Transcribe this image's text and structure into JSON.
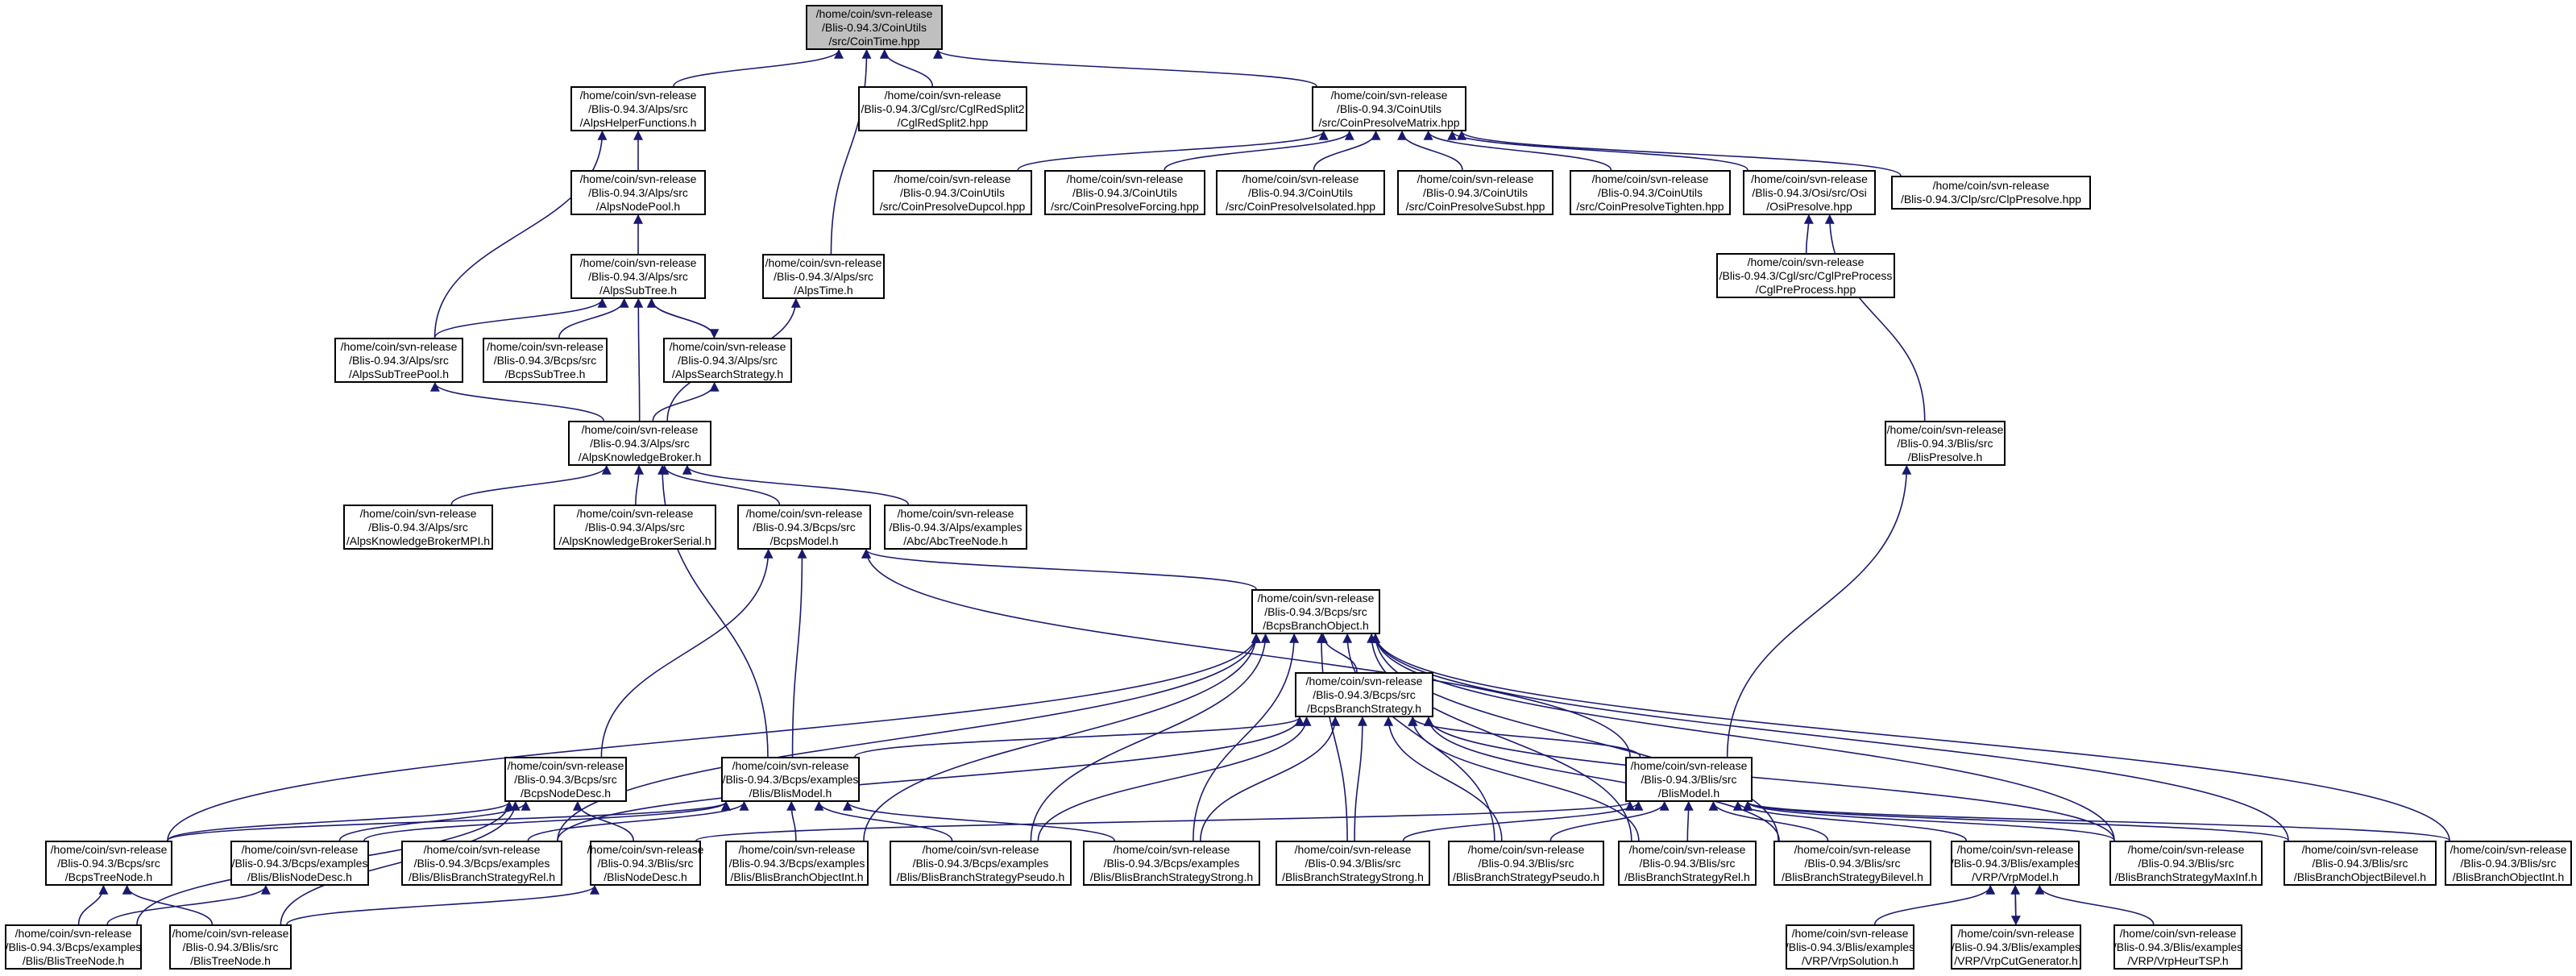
{
  "graph": {
    "colors": {
      "edge": "#191970",
      "node_border": "#000000",
      "root_fill": "#bfbfbf",
      "node_fill": "#ffffff"
    },
    "nodes": [
      {
        "id": "n0",
        "lines": [
          "/home/coin/svn-release",
          "/Blis-0.94.3/CoinUtils",
          "/src/CoinTime.hpp"
        ],
        "root": true
      },
      {
        "id": "n1",
        "lines": [
          "/home/coin/svn-release",
          "/Blis-0.94.3/Alps/src",
          "/AlpsHelperFunctions.h"
        ]
      },
      {
        "id": "n2",
        "lines": [
          "/home/coin/svn-release",
          "/Blis-0.94.3/Cgl/src/CglRedSplit2",
          "/CglRedSplit2.hpp"
        ]
      },
      {
        "id": "n3",
        "lines": [
          "/home/coin/svn-release",
          "/Blis-0.94.3/CoinUtils",
          "/src/CoinPresolveMatrix.hpp"
        ]
      },
      {
        "id": "n4",
        "lines": [
          "/home/coin/svn-release",
          "/Blis-0.94.3/Alps/src",
          "/AlpsNodePool.h"
        ]
      },
      {
        "id": "n5",
        "lines": [
          "/home/coin/svn-release",
          "/Blis-0.94.3/Alps/src",
          "/AlpsSubTree.h"
        ]
      },
      {
        "id": "n6",
        "lines": [
          "/home/coin/svn-release",
          "/Blis-0.94.3/Alps/src",
          "/AlpsTime.h"
        ]
      },
      {
        "id": "n7",
        "lines": [
          "/home/coin/svn-release",
          "/Blis-0.94.3/CoinUtils",
          "/src/CoinPresolveDupcol.hpp"
        ]
      },
      {
        "id": "n8",
        "lines": [
          "/home/coin/svn-release",
          "/Blis-0.94.3/CoinUtils",
          "/src/CoinPresolveForcing.hpp"
        ]
      },
      {
        "id": "n9",
        "lines": [
          "/home/coin/svn-release",
          "/Blis-0.94.3/CoinUtils",
          "/src/CoinPresolveIsolated.hpp"
        ]
      },
      {
        "id": "n10",
        "lines": [
          "/home/coin/svn-release",
          "/Blis-0.94.3/CoinUtils",
          "/src/CoinPresolveSubst.hpp"
        ]
      },
      {
        "id": "n11",
        "lines": [
          "/home/coin/svn-release",
          "/Blis-0.94.3/CoinUtils",
          "/src/CoinPresolveTighten.hpp"
        ]
      },
      {
        "id": "n12",
        "lines": [
          "/home/coin/svn-release",
          "/Blis-0.94.3/Osi/src/Osi",
          "/OsiPresolve.hpp"
        ]
      },
      {
        "id": "n13",
        "lines": [
          "/home/coin/svn-release",
          "/Blis-0.94.3/Clp/src/ClpPresolve.hpp"
        ]
      },
      {
        "id": "n14",
        "lines": [
          "/home/coin/svn-release",
          "/Blis-0.94.3/Alps/src",
          "/AlpsSubTreePool.h"
        ]
      },
      {
        "id": "n15",
        "lines": [
          "/home/coin/svn-release",
          "/Blis-0.94.3/Bcps/src",
          "/BcpsSubTree.h"
        ]
      },
      {
        "id": "n16",
        "lines": [
          "/home/coin/svn-release",
          "/Blis-0.94.3/Alps/src",
          "/AlpsSearchStrategy.h"
        ]
      },
      {
        "id": "n17",
        "lines": [
          "/home/coin/svn-release",
          "/Blis-0.94.3/Cgl/src/CglPreProcess",
          "/CglPreProcess.hpp"
        ]
      },
      {
        "id": "n18",
        "lines": [
          "/home/coin/svn-release",
          "/Blis-0.94.3/Alps/src",
          "/AlpsKnowledgeBroker.h"
        ]
      },
      {
        "id": "n19",
        "lines": [
          "/home/coin/svn-release",
          "/Blis-0.94.3/Blis/src",
          "/BlisPresolve.h"
        ]
      },
      {
        "id": "n20",
        "lines": [
          "/home/coin/svn-release",
          "/Blis-0.94.3/Alps/src",
          "/AlpsKnowledgeBrokerMPI.h"
        ]
      },
      {
        "id": "n21",
        "lines": [
          "/home/coin/svn-release",
          "/Blis-0.94.3/Alps/src",
          "/AlpsKnowledgeBrokerSerial.h"
        ]
      },
      {
        "id": "n22",
        "lines": [
          "/home/coin/svn-release",
          "/Blis-0.94.3/Bcps/src",
          "/BcpsModel.h"
        ]
      },
      {
        "id": "n23",
        "lines": [
          "/home/coin/svn-release",
          "/Blis-0.94.3/Alps/examples",
          "/Abc/AbcTreeNode.h"
        ]
      },
      {
        "id": "n24",
        "lines": [
          "/home/coin/svn-release",
          "/Blis-0.94.3/Bcps/src",
          "/BcpsBranchObject.h"
        ]
      },
      {
        "id": "n25",
        "lines": [
          "/home/coin/svn-release",
          "/Blis-0.94.3/Bcps/src",
          "/BcpsBranchStrategy.h"
        ]
      },
      {
        "id": "n26",
        "lines": [
          "/home/coin/svn-release",
          "/Blis-0.94.3/Bcps/src",
          "/BcpsNodeDesc.h"
        ]
      },
      {
        "id": "n27",
        "lines": [
          "/home/coin/svn-release",
          "/Blis-0.94.3/Bcps/examples",
          "/Blis/BlisModel.h"
        ]
      },
      {
        "id": "n28",
        "lines": [
          "/home/coin/svn-release",
          "/Blis-0.94.3/Blis/src",
          "/BlisModel.h"
        ]
      },
      {
        "id": "n29",
        "lines": [
          "/home/coin/svn-release",
          "/Blis-0.94.3/Bcps/src",
          "/BcpsTreeNode.h"
        ]
      },
      {
        "id": "n30",
        "lines": [
          "/home/coin/svn-release",
          "/Blis-0.94.3/Bcps/examples",
          "/Blis/BlisNodeDesc.h"
        ]
      },
      {
        "id": "n31",
        "lines": [
          "/home/coin/svn-release",
          "/Blis-0.94.3/Bcps/examples",
          "/Blis/BlisBranchStrategyRel.h"
        ]
      },
      {
        "id": "n32",
        "lines": [
          "/home/coin/svn-release",
          "/Blis-0.94.3/Blis/src",
          "/BlisNodeDesc.h"
        ]
      },
      {
        "id": "n33",
        "lines": [
          "/home/coin/svn-release",
          "/Blis-0.94.3/Bcps/examples",
          "/Blis/BlisBranchObjectInt.h"
        ]
      },
      {
        "id": "n34",
        "lines": [
          "/home/coin/svn-release",
          "/Blis-0.94.3/Bcps/examples",
          "/Blis/BlisBranchStrategyPseudo.h"
        ]
      },
      {
        "id": "n35",
        "lines": [
          "/home/coin/svn-release",
          "/Blis-0.94.3/Bcps/examples",
          "/Blis/BlisBranchStrategyStrong.h"
        ]
      },
      {
        "id": "n36",
        "lines": [
          "/home/coin/svn-release",
          "/Blis-0.94.3/Blis/src",
          "/BlisBranchStrategyStrong.h"
        ]
      },
      {
        "id": "n37",
        "lines": [
          "/home/coin/svn-release",
          "/Blis-0.94.3/Blis/src",
          "/BlisBranchStrategyPseudo.h"
        ]
      },
      {
        "id": "n38",
        "lines": [
          "/home/coin/svn-release",
          "/Blis-0.94.3/Blis/src",
          "/BlisBranchStrategyRel.h"
        ]
      },
      {
        "id": "n39",
        "lines": [
          "/home/coin/svn-release",
          "/Blis-0.94.3/Blis/src",
          "/BlisBranchStrategyBilevel.h"
        ]
      },
      {
        "id": "n40",
        "lines": [
          "/home/coin/svn-release",
          "/Blis-0.94.3/Blis/examples",
          "/VRP/VrpModel.h"
        ]
      },
      {
        "id": "n41",
        "lines": [
          "/home/coin/svn-release",
          "/Blis-0.94.3/Blis/src",
          "/BlisBranchStrategyMaxInf.h"
        ]
      },
      {
        "id": "n42",
        "lines": [
          "/home/coin/svn-release",
          "/Blis-0.94.3/Blis/src",
          "/BlisBranchObjectBilevel.h"
        ]
      },
      {
        "id": "n43",
        "lines": [
          "/home/coin/svn-release",
          "/Blis-0.94.3/Blis/src",
          "/BlisBranchObjectInt.h"
        ]
      },
      {
        "id": "n44",
        "lines": [
          "/home/coin/svn-release",
          "/Blis-0.94.3/Bcps/examples",
          "/Blis/BlisTreeNode.h"
        ]
      },
      {
        "id": "n45",
        "lines": [
          "/home/coin/svn-release",
          "/Blis-0.94.3/Blis/src",
          "/BlisTreeNode.h"
        ]
      },
      {
        "id": "n46",
        "lines": [
          "/home/coin/svn-release",
          "/Blis-0.94.3/Blis/examples",
          "/VRP/VrpSolution.h"
        ]
      },
      {
        "id": "n47",
        "lines": [
          "/home/coin/svn-release",
          "/Blis-0.94.3/Blis/examples",
          "/VRP/VrpCutGenerator.h"
        ]
      },
      {
        "id": "n48",
        "lines": [
          "/home/coin/svn-release",
          "/Blis-0.94.3/Blis/examples",
          "/VRP/VrpHeurTSP.h"
        ]
      }
    ],
    "edges": [
      [
        "n1",
        "n0"
      ],
      [
        "n2",
        "n0"
      ],
      [
        "n3",
        "n0"
      ],
      [
        "n6",
        "n0"
      ],
      [
        "n4",
        "n1"
      ],
      [
        "n14",
        "n1"
      ],
      [
        "n5",
        "n4"
      ],
      [
        "n14",
        "n5"
      ],
      [
        "n15",
        "n5"
      ],
      [
        "n16",
        "n5"
      ],
      [
        "n18",
        "n5"
      ],
      [
        "n18",
        "n6"
      ],
      [
        "n5",
        "n16"
      ],
      [
        "n18",
        "n16"
      ],
      [
        "n18",
        "n14"
      ],
      [
        "n7",
        "n3"
      ],
      [
        "n8",
        "n3"
      ],
      [
        "n9",
        "n3"
      ],
      [
        "n10",
        "n3"
      ],
      [
        "n11",
        "n3"
      ],
      [
        "n12",
        "n3"
      ],
      [
        "n13",
        "n3"
      ],
      [
        "n17",
        "n12"
      ],
      [
        "n19",
        "n12"
      ],
      [
        "n28",
        "n19"
      ],
      [
        "n20",
        "n18"
      ],
      [
        "n21",
        "n18"
      ],
      [
        "n22",
        "n18"
      ],
      [
        "n23",
        "n18"
      ],
      [
        "n27",
        "n18"
      ],
      [
        "n24",
        "n22"
      ],
      [
        "n26",
        "n22"
      ],
      [
        "n27",
        "n22"
      ],
      [
        "n28",
        "n22"
      ],
      [
        "n25",
        "n24"
      ],
      [
        "n29",
        "n24"
      ],
      [
        "n31",
        "n24"
      ],
      [
        "n33",
        "n24"
      ],
      [
        "n34",
        "n24"
      ],
      [
        "n35",
        "n24"
      ],
      [
        "n36",
        "n24"
      ],
      [
        "n37",
        "n24"
      ],
      [
        "n38",
        "n24"
      ],
      [
        "n39",
        "n24"
      ],
      [
        "n41",
        "n24"
      ],
      [
        "n42",
        "n24"
      ],
      [
        "n43",
        "n24"
      ],
      [
        "n27",
        "n25"
      ],
      [
        "n28",
        "n25"
      ],
      [
        "n31",
        "n25"
      ],
      [
        "n34",
        "n25"
      ],
      [
        "n35",
        "n25"
      ],
      [
        "n36",
        "n25"
      ],
      [
        "n37",
        "n25"
      ],
      [
        "n38",
        "n25"
      ],
      [
        "n39",
        "n25"
      ],
      [
        "n41",
        "n25"
      ],
      [
        "n29",
        "n26"
      ],
      [
        "n30",
        "n26"
      ],
      [
        "n32",
        "n26"
      ],
      [
        "n44",
        "n26"
      ],
      [
        "n45",
        "n26"
      ],
      [
        "n29",
        "n27"
      ],
      [
        "n30",
        "n27"
      ],
      [
        "n31",
        "n27"
      ],
      [
        "n33",
        "n27"
      ],
      [
        "n34",
        "n27"
      ],
      [
        "n35",
        "n27"
      ],
      [
        "n32",
        "n28"
      ],
      [
        "n36",
        "n28"
      ],
      [
        "n37",
        "n28"
      ],
      [
        "n38",
        "n28"
      ],
      [
        "n39",
        "n28"
      ],
      [
        "n40",
        "n28"
      ],
      [
        "n41",
        "n28"
      ],
      [
        "n42",
        "n28"
      ],
      [
        "n43",
        "n28"
      ],
      [
        "n44",
        "n29"
      ],
      [
        "n45",
        "n29"
      ],
      [
        "n44",
        "n30"
      ],
      [
        "n45",
        "n32"
      ],
      [
        "n46",
        "n40"
      ],
      [
        "n47",
        "n40"
      ],
      [
        "n48",
        "n40"
      ],
      [
        "n40",
        "n47"
      ]
    ]
  }
}
